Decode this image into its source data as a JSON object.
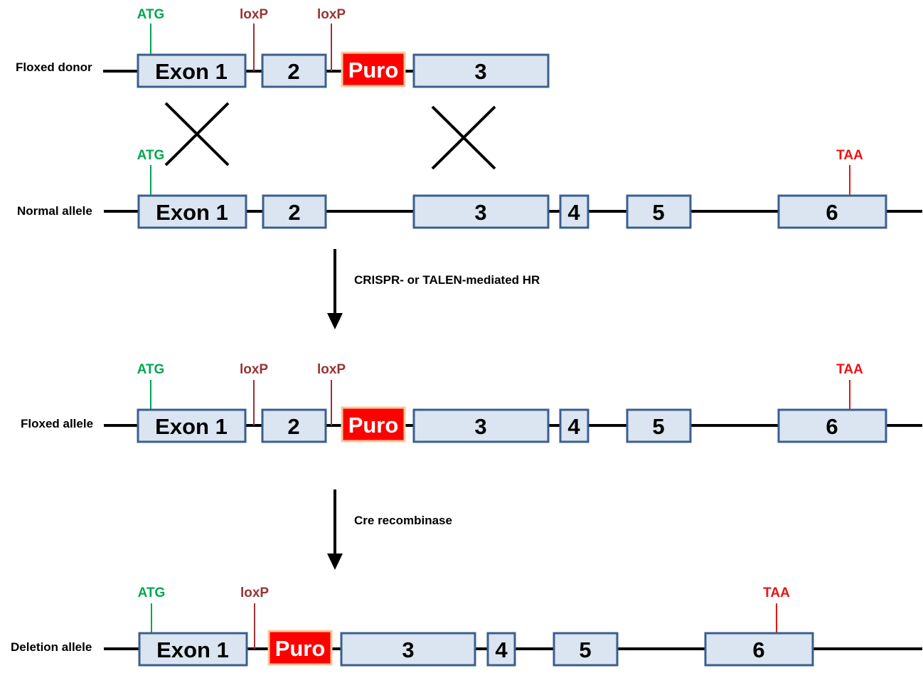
{
  "colors": {
    "exon_fill": "#dbe5f1",
    "exon_stroke": "#3a5f8f",
    "puro_fill": "#ff0000",
    "puro_stroke": "#f6c79a",
    "atg": "#00a651",
    "loxp": "#993333",
    "taa": "#ee1111",
    "line": "#000000"
  },
  "markers": {
    "atg": "ATG",
    "loxp": "loxP",
    "taa": "TAA"
  },
  "rows": [
    {
      "label": "Floxed donor",
      "blocks": [
        {
          "kind": "exon",
          "text": "Exon 1"
        },
        {
          "kind": "exon",
          "text": "2"
        },
        {
          "kind": "puro",
          "text": "Puro"
        },
        {
          "kind": "exon",
          "text": "3"
        }
      ]
    },
    {
      "label": "Normal allele",
      "blocks": [
        {
          "kind": "exon",
          "text": "Exon 1"
        },
        {
          "kind": "exon",
          "text": "2"
        },
        {
          "kind": "exon",
          "text": "3"
        },
        {
          "kind": "exon",
          "text": "4"
        },
        {
          "kind": "exon",
          "text": "5"
        },
        {
          "kind": "exon",
          "text": "6"
        }
      ]
    },
    {
      "label": "Floxed allele",
      "blocks": [
        {
          "kind": "exon",
          "text": "Exon 1"
        },
        {
          "kind": "exon",
          "text": "2"
        },
        {
          "kind": "puro",
          "text": "Puro"
        },
        {
          "kind": "exon",
          "text": "3"
        },
        {
          "kind": "exon",
          "text": "4"
        },
        {
          "kind": "exon",
          "text": "5"
        },
        {
          "kind": "exon",
          "text": "6"
        }
      ]
    },
    {
      "label": "Deletion allele",
      "blocks": [
        {
          "kind": "exon",
          "text": "Exon 1"
        },
        {
          "kind": "puro",
          "text": "Puro"
        },
        {
          "kind": "exon",
          "text": "3"
        },
        {
          "kind": "exon",
          "text": "4"
        },
        {
          "kind": "exon",
          "text": "5"
        },
        {
          "kind": "exon",
          "text": "6"
        }
      ]
    }
  ],
  "steps": [
    {
      "label": "CRISPR- or TALEN-mediated HR"
    },
    {
      "label": "Cre recombinase"
    }
  ]
}
